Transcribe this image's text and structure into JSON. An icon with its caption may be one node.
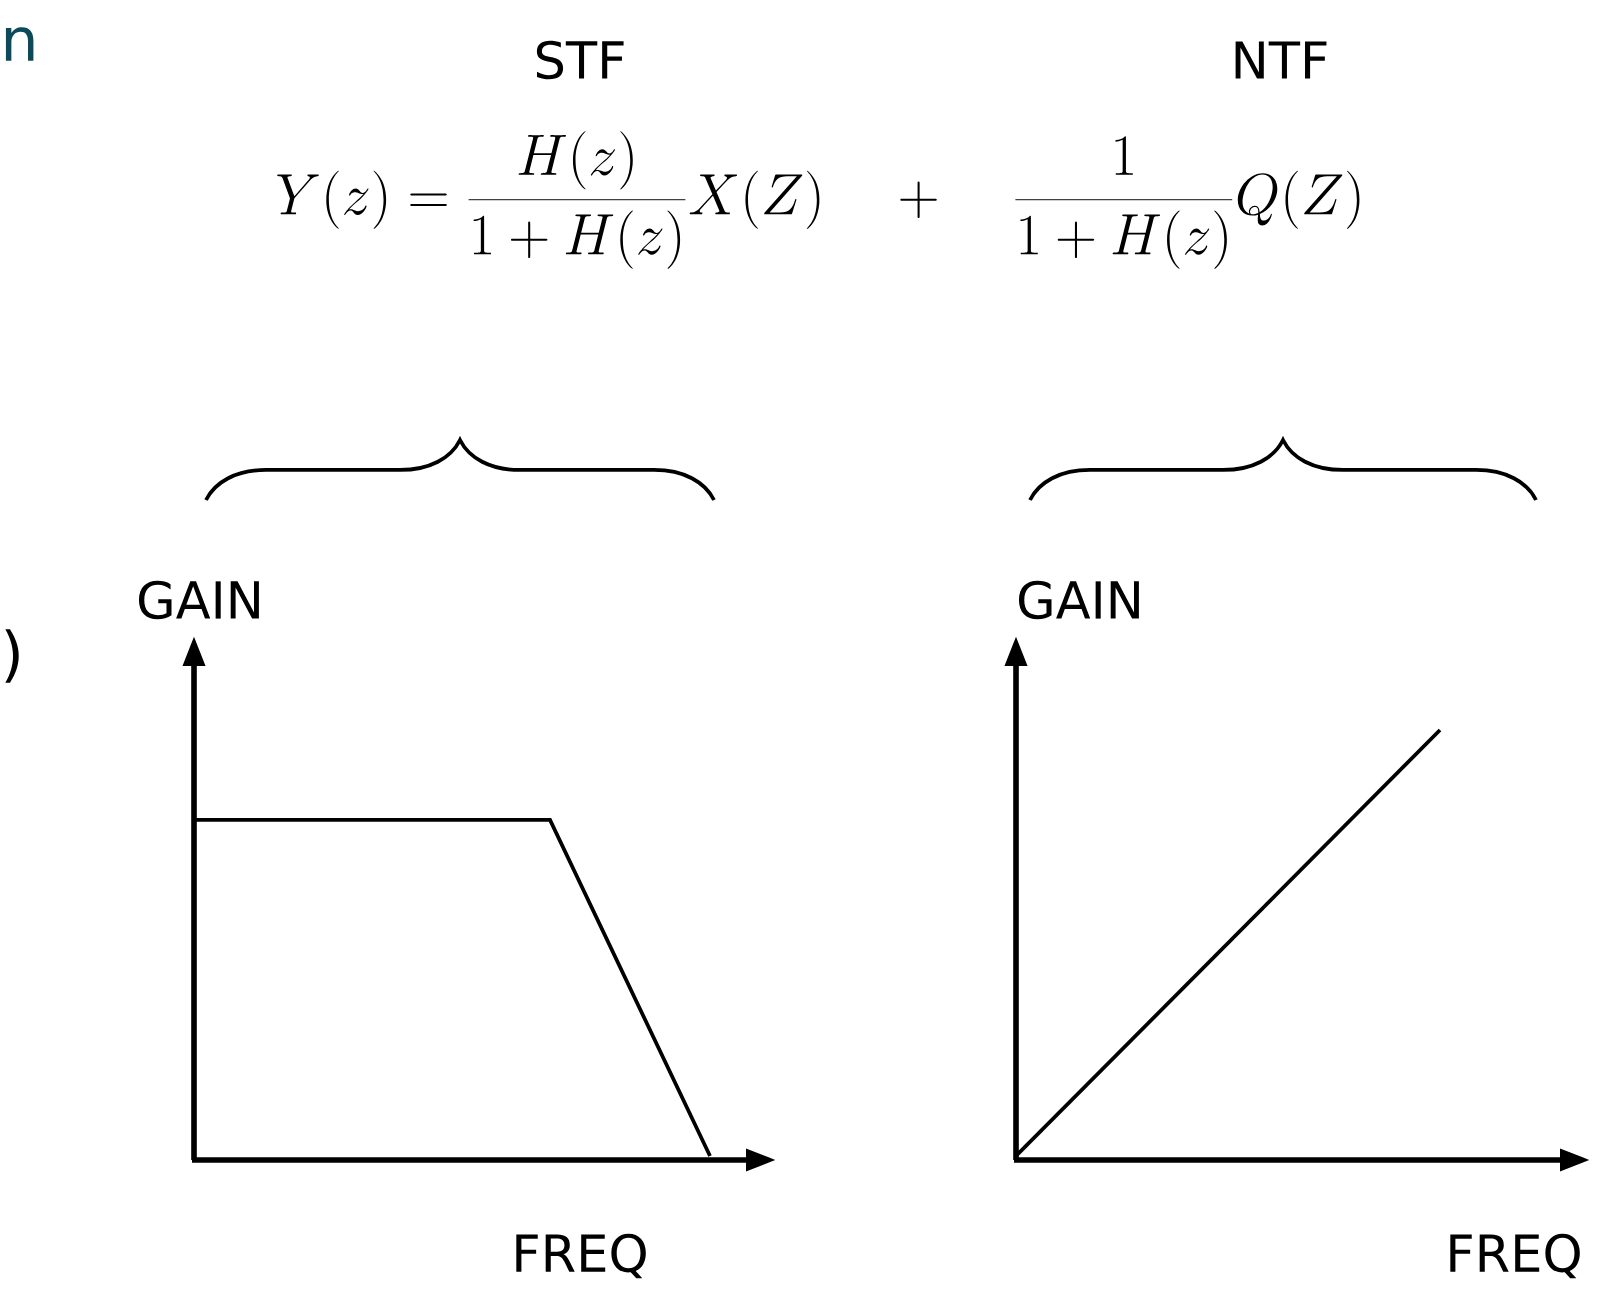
{
  "diagram": {
    "labels": [
      "n",
      "STF",
      "NTF",
      "Y(z)=\\frac{H(z)}{1+H(z)}X(Z)\\quad+\\quad\\frac{1}{1+H(z)}Q(Z)",
      ")",
      "GAIN",
      "GAIN",
      "FREQ",
      "FREQ"
    ]
  }
}
